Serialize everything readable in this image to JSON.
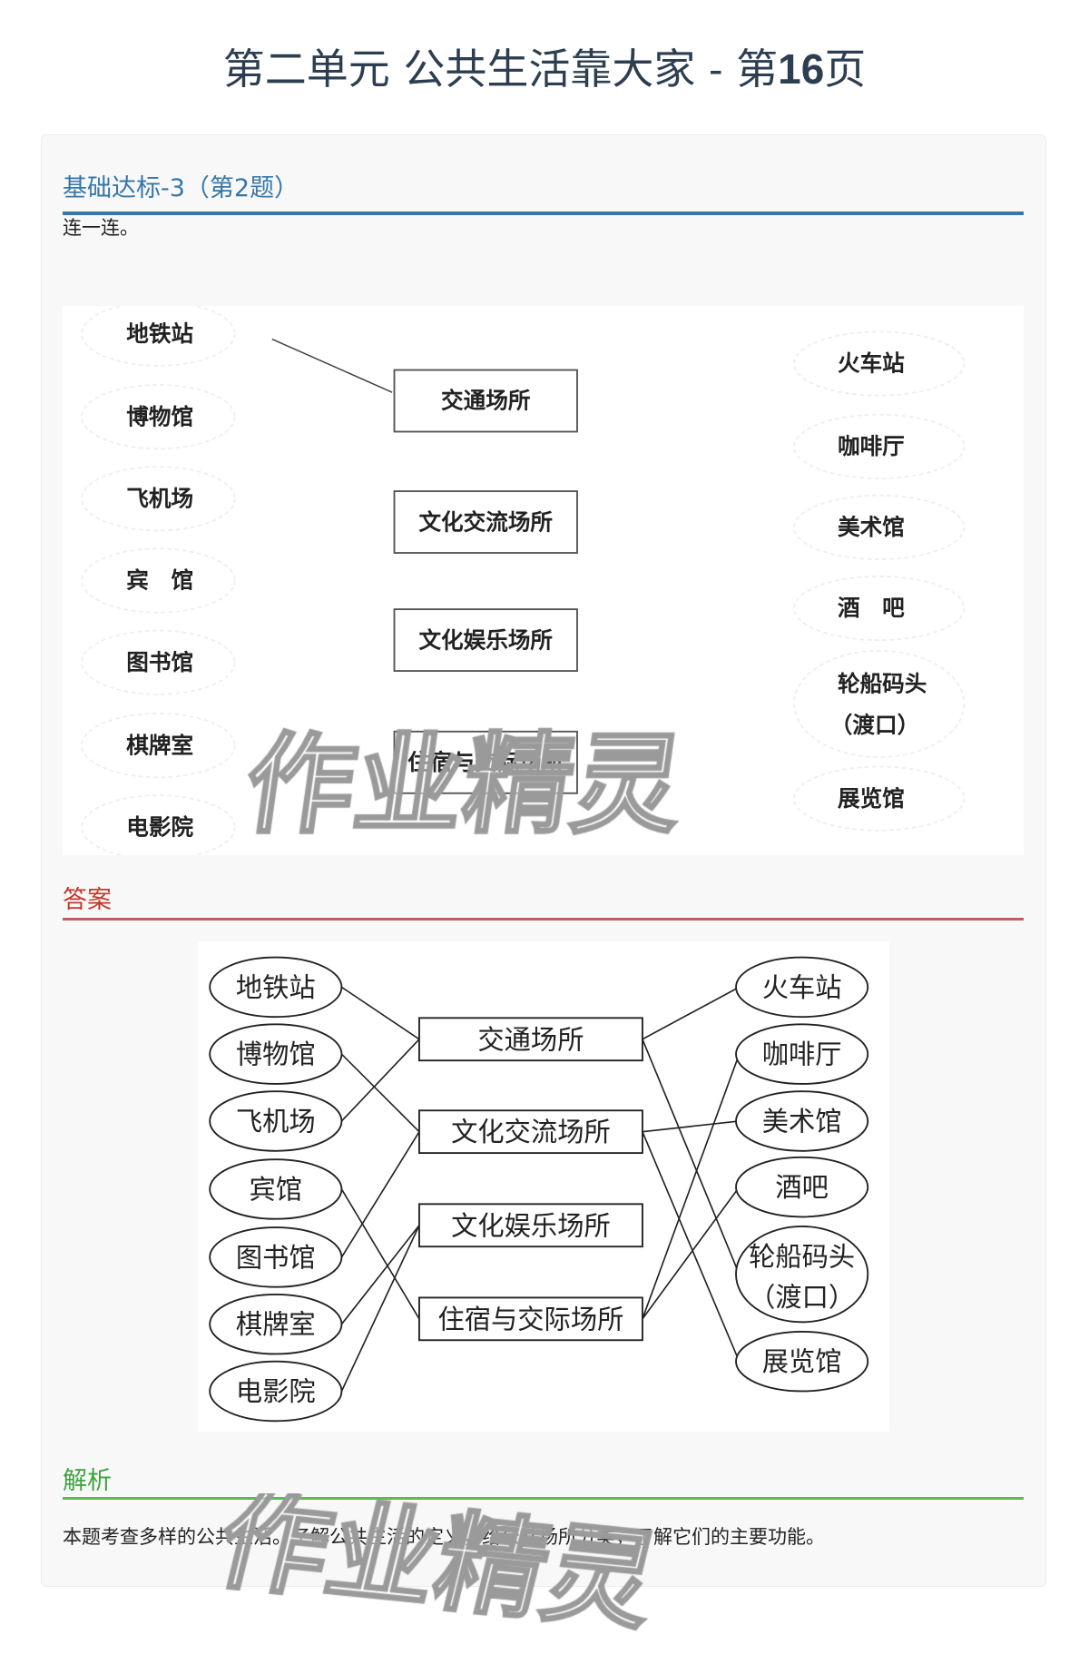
{
  "page": {
    "title_prefix": "第二单元 公共生活靠大家 - 第",
    "title_number": "16",
    "title_suffix": "页"
  },
  "question": {
    "heading": "基础达标-3（第2题）",
    "prompt": "连一连。",
    "left_items": [
      "地铁站",
      "博物馆",
      "飞机场",
      "宾　馆",
      "图书馆",
      "棋牌室",
      "电影院"
    ],
    "categories": [
      "交通场所",
      "文化交流场所",
      "文化娱乐场所",
      "住宿与交际场所"
    ],
    "right_items": [
      "火车站",
      "咖啡厅",
      "美术馆",
      "酒　吧",
      "轮船码头",
      "（渡口）",
      "展览馆"
    ]
  },
  "answer": {
    "heading": "答案",
    "left_items": [
      "地铁站",
      "博物馆",
      "飞机场",
      "宾馆",
      "图书馆",
      "棋牌室",
      "电影院"
    ],
    "categories": [
      "交通场所",
      "文化交流场所",
      "文化娱乐场所",
      "住宿与交际场所"
    ],
    "right_items": [
      "火车站",
      "咖啡厅",
      "美术馆",
      "酒吧",
      "轮船码头",
      "（渡口）",
      "展览馆"
    ]
  },
  "explanation": {
    "heading": "解析",
    "text": "本题考查多样的公共生活。了解公共生活的定义，给公共场所分类，了解它们的主要功能。"
  },
  "watermark": "作业精灵"
}
